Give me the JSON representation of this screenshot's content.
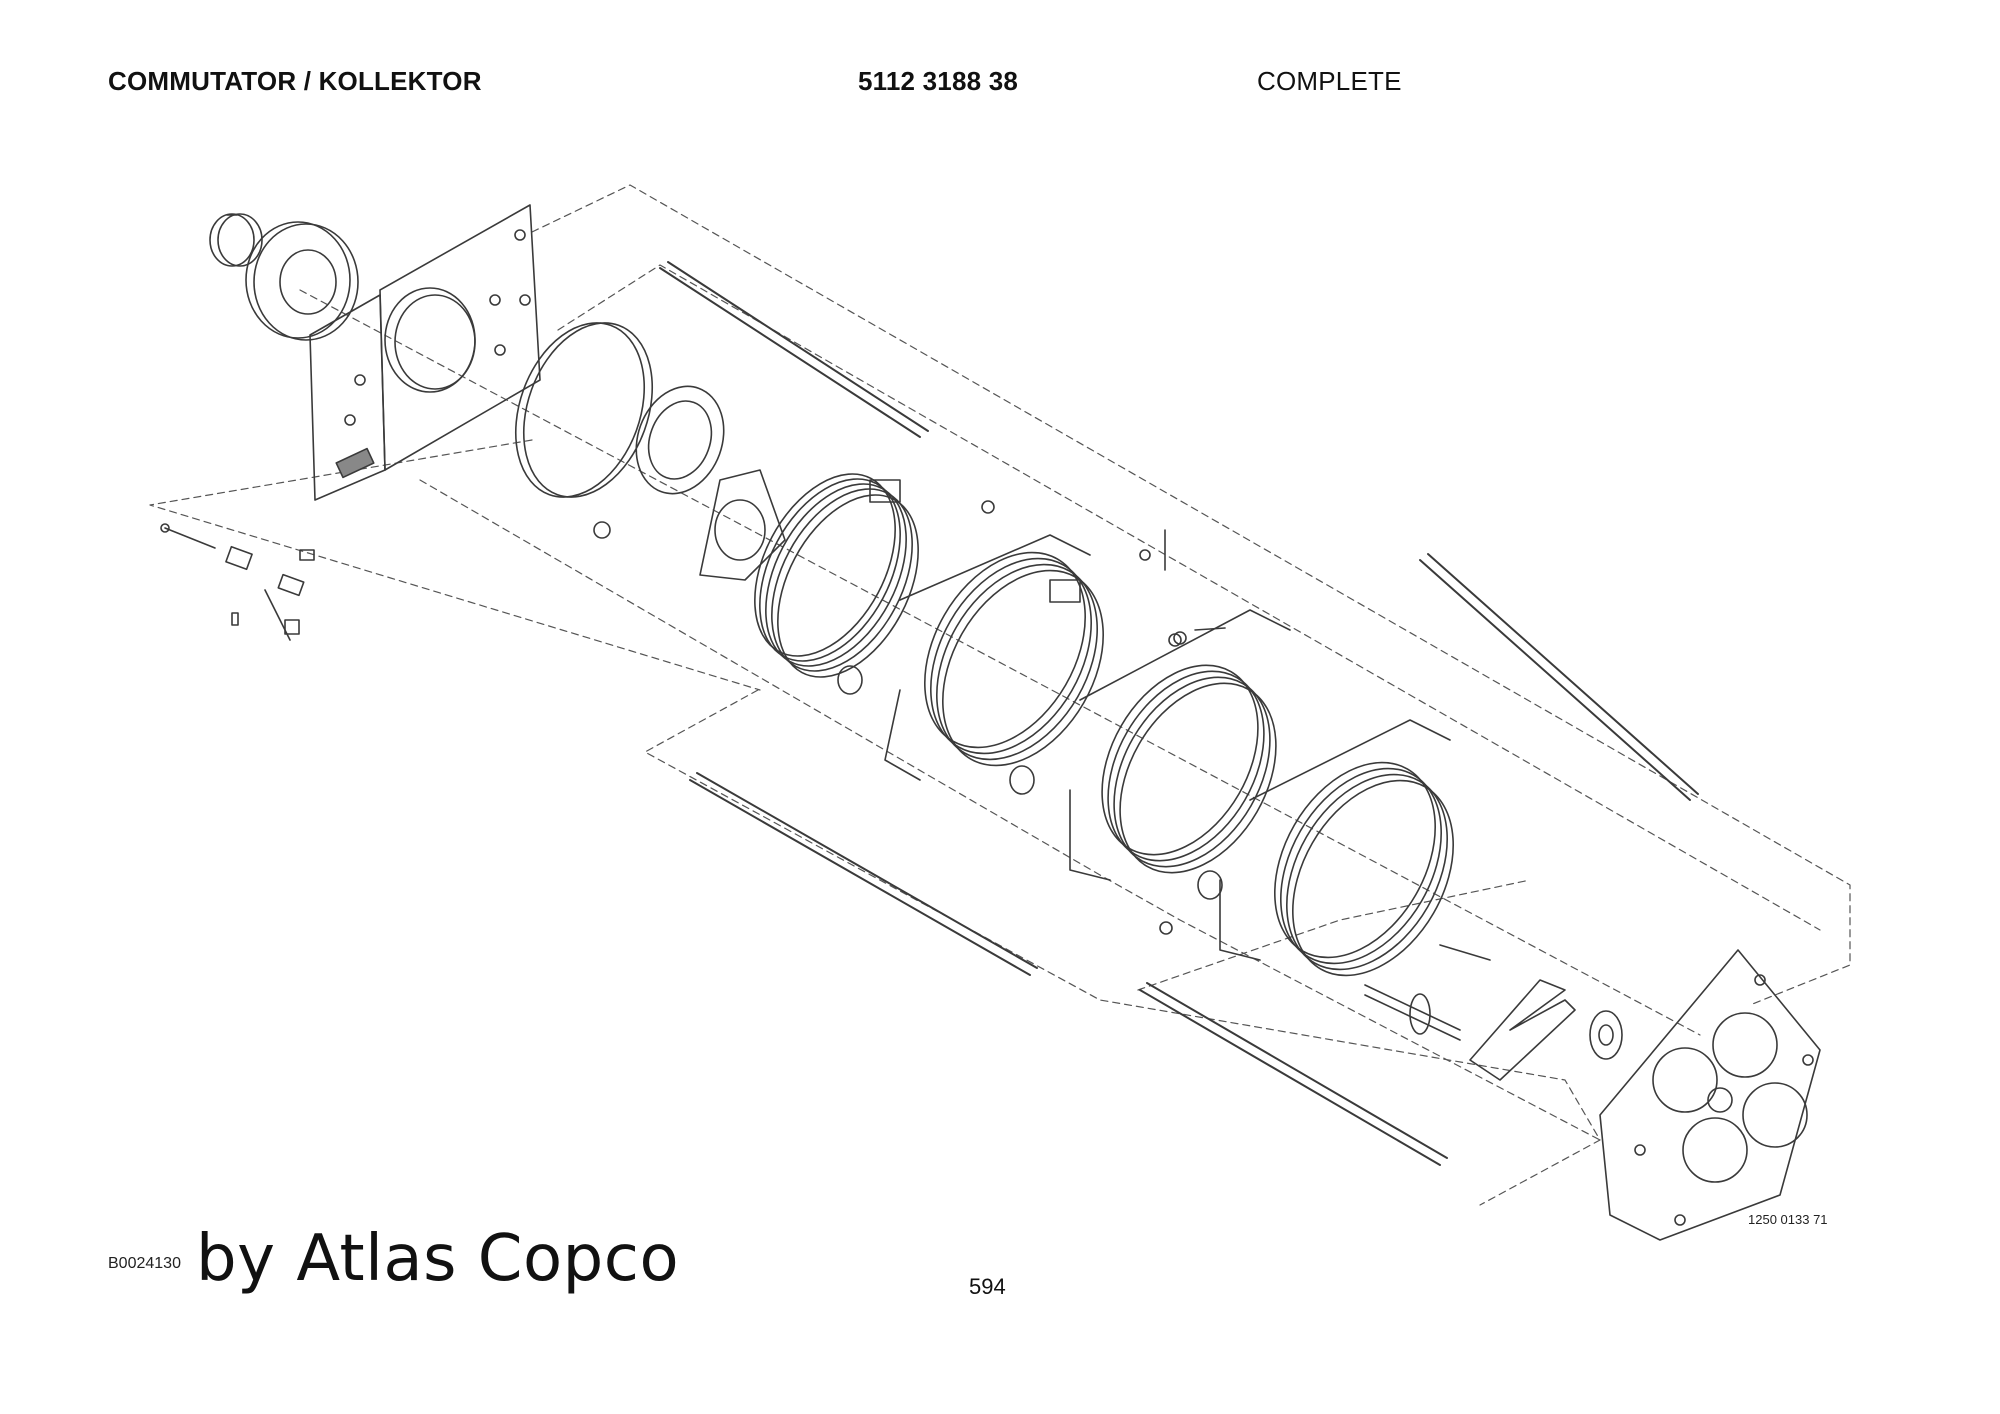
{
  "header": {
    "title": "COMMUTATOR / KOLLEKTOR",
    "part_number": "5112 3188 38",
    "status": "COMPLETE"
  },
  "drawing": {
    "drawing_number": "1250 0133 71",
    "line_color": "#3a3a3a"
  },
  "footer": {
    "doc_id": "B0024130",
    "brand": "by Atlas Copco",
    "page_number": "594"
  }
}
